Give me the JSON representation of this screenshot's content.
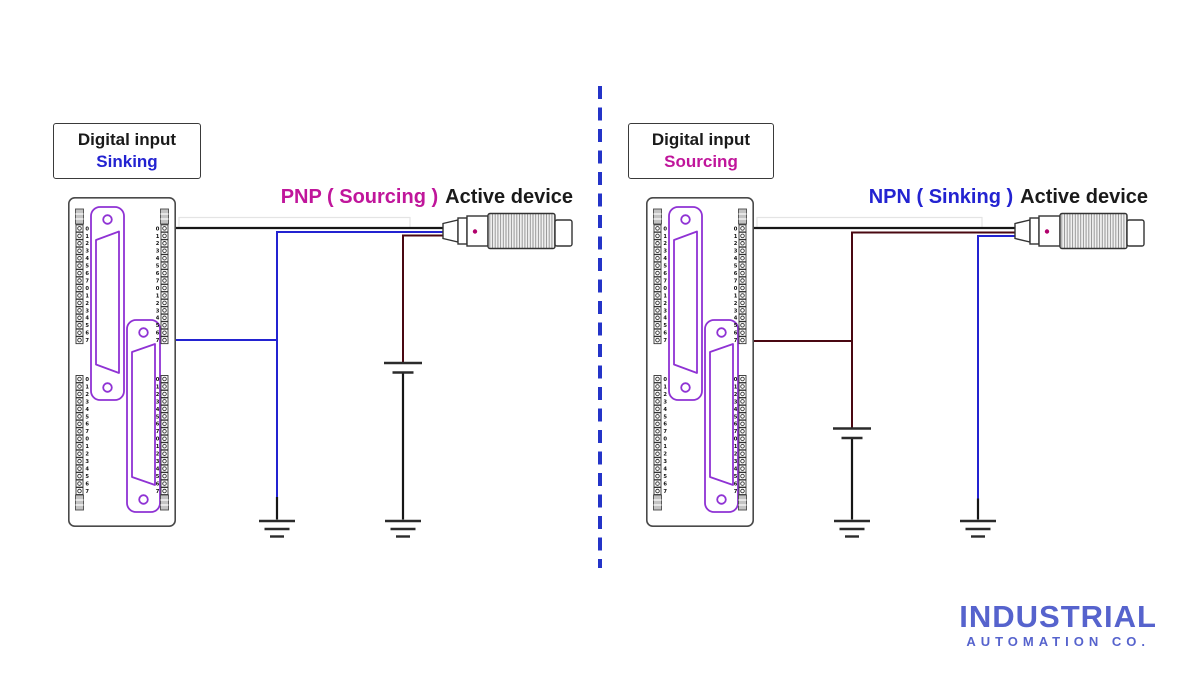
{
  "colors": {
    "blue": "#2323d1",
    "magenta": "#c0169b",
    "maroon": "#4a0812",
    "wire_black": "#161616",
    "purple": "#8f32d4",
    "module_border": "#4a4a4a",
    "terminal": "#333333",
    "symbol": "#2b2b2b",
    "gray_wire": "#e4e4e4",
    "logo": "#5663cd",
    "divider": "#2434c8",
    "text_dark": "#1a1a1a"
  },
  "left_diagram": {
    "label_box": {
      "line1": "Digital input",
      "line2": "Sinking"
    },
    "title": {
      "device_type": "PNP ( Sourcing )",
      "suffix": "Active device"
    }
  },
  "right_diagram": {
    "label_box": {
      "line1": "Digital input",
      "line2": "Sourcing"
    },
    "title": {
      "device_type": "NPN ( Sinking )",
      "suffix": "Active device"
    }
  },
  "module": {
    "terminal_labels": [
      "0",
      "1",
      "2",
      "3",
      "4",
      "5",
      "6",
      "7",
      "0",
      "1",
      "2",
      "3",
      "4",
      "5",
      "6",
      "7"
    ]
  },
  "logo": {
    "line1": "INDUSTRIAL",
    "line2": "AUTOMATION CO."
  }
}
